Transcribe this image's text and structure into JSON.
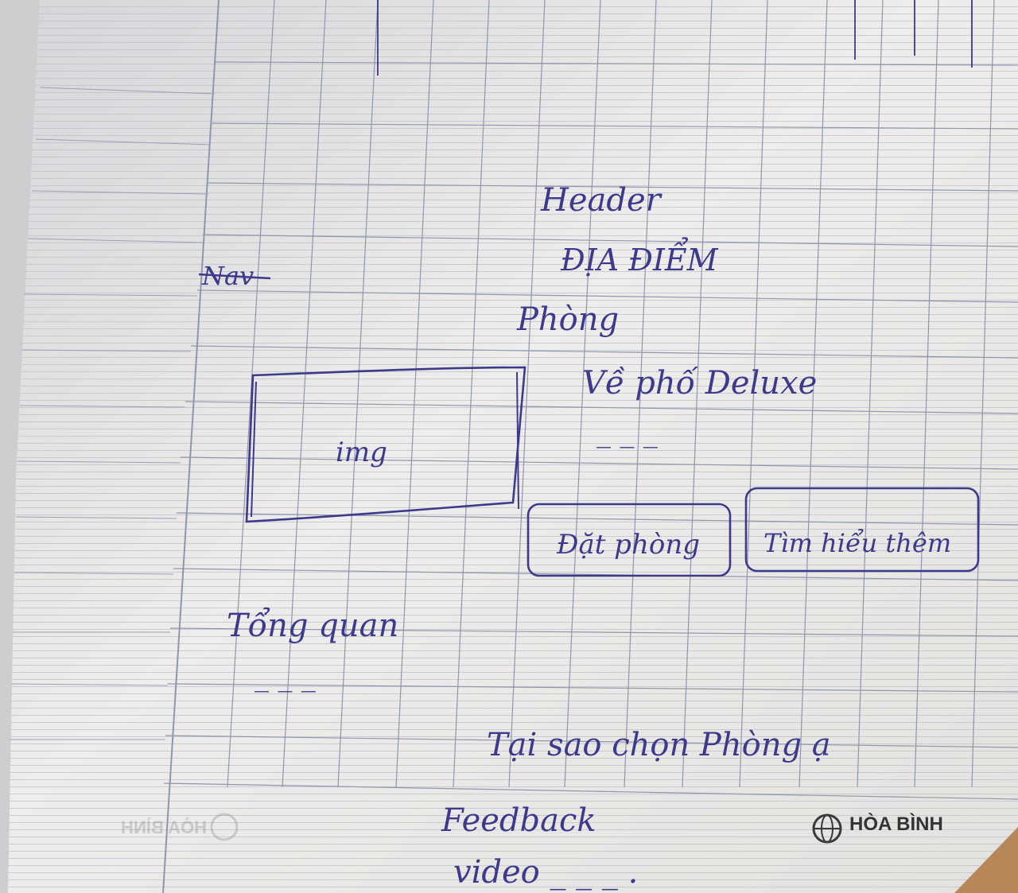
{
  "sketch": {
    "header": "Header",
    "nav_crossed": "Nav",
    "location": "ĐỊA ĐIỂM",
    "rooms": "Phòng",
    "room_name": "Về phố Deluxe",
    "room_desc": "_ _ _",
    "image_label": "img",
    "book_button": "Đặt phòng",
    "more_button": "Tìm hiểu thêm",
    "overview": "Tổng quan",
    "overview_desc": "_ _ _",
    "why_choose": "Tại sao chọn Phòng ạ",
    "feedback": "Feedback",
    "video": "video _ _ _ ."
  },
  "notebook": {
    "brand": "HÒA BÌNH",
    "brand_mirrored": "HÒA BÌNH"
  },
  "colors": {
    "ink": "#3d3a8c",
    "paper": "#ecebe9",
    "grid": "#8f97ad"
  }
}
